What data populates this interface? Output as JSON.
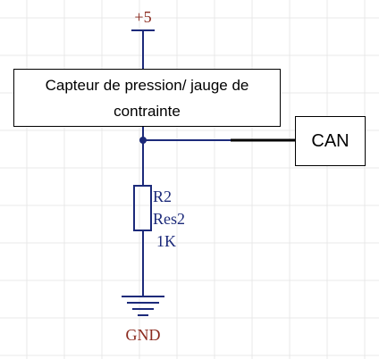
{
  "colors": {
    "grid": "#e8e8e8",
    "wire": "#1c2a7a",
    "junction": "#1c2a7a",
    "resistor": "#1c2a7a",
    "power_label": "#8b2a1e",
    "component_label": "#1c2a7a",
    "signal_wire": "#000000"
  },
  "power": {
    "label": "+5"
  },
  "ground": {
    "label": "GND"
  },
  "sensor": {
    "label": "Capteur de pression/ jauge de contrainte"
  },
  "output": {
    "label": "CAN"
  },
  "resistor": {
    "designator": "R2",
    "type": "Res2",
    "value": "1K"
  }
}
